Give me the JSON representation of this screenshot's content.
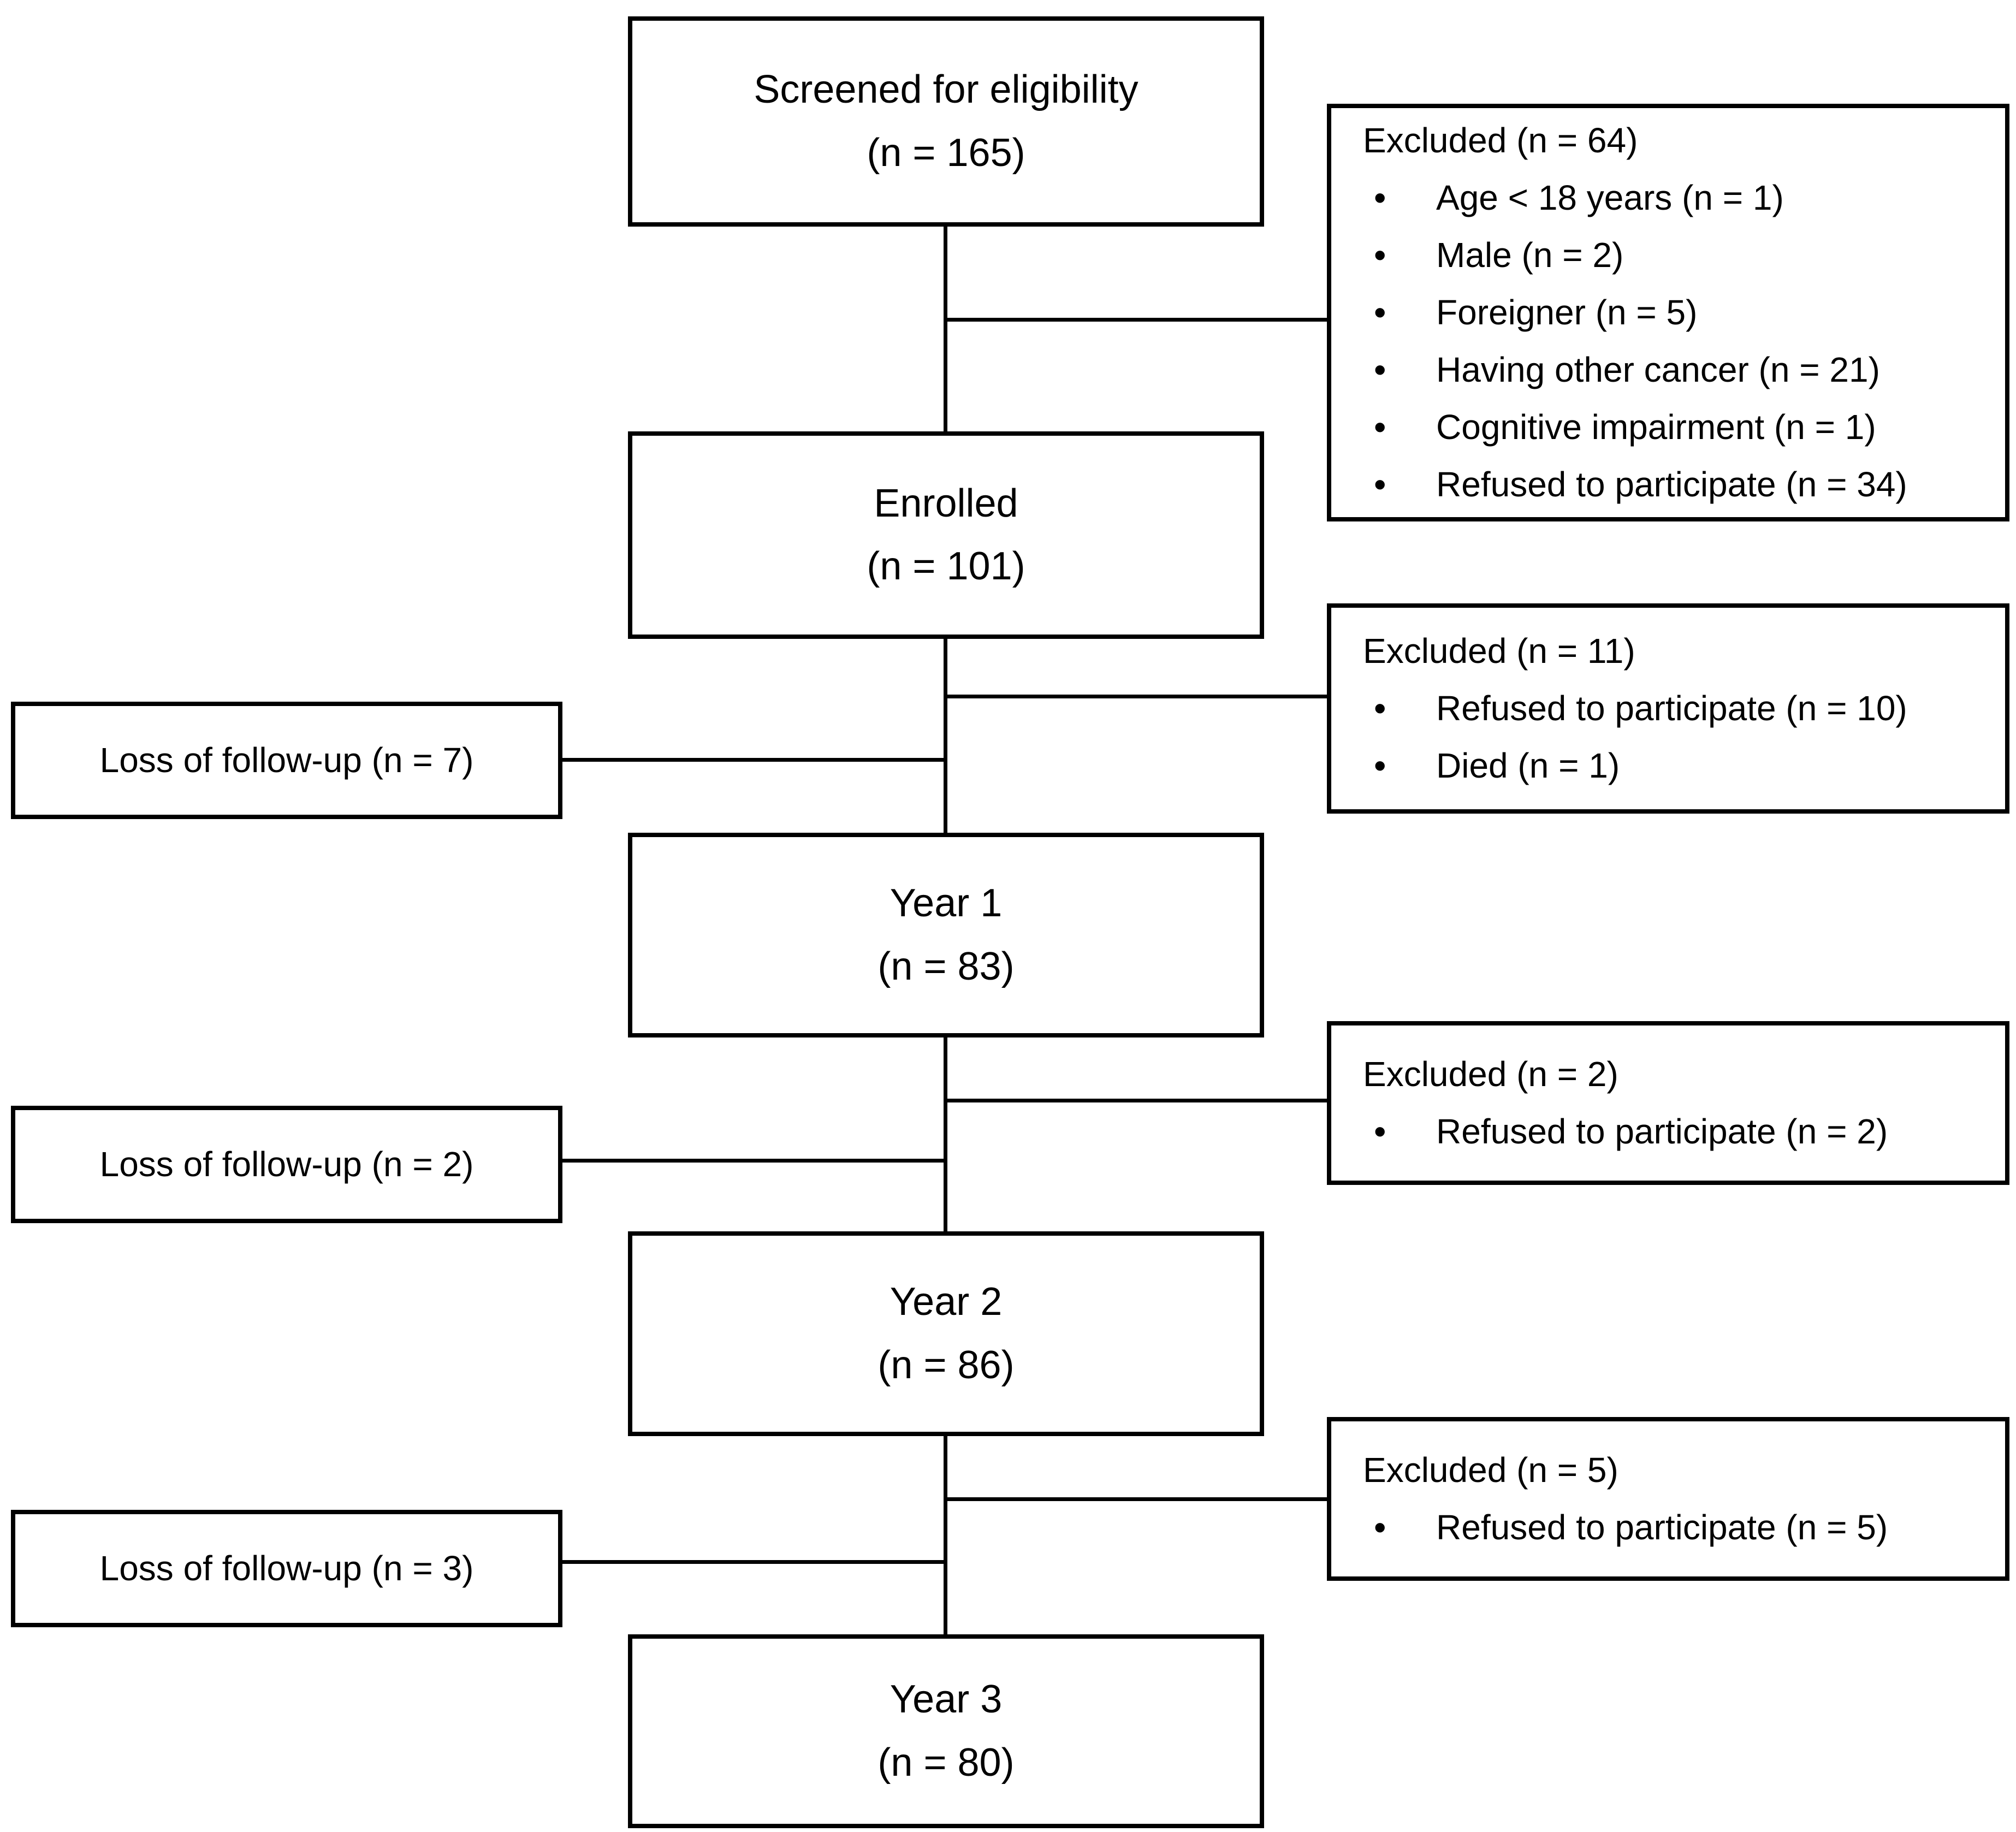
{
  "flow": {
    "screened": {
      "label": "Screened for eligibility",
      "count": "(n = 165)"
    },
    "enrolled": {
      "label": "Enrolled",
      "count": "(n = 101)"
    },
    "year1": {
      "label": "Year 1",
      "count": "(n = 83)"
    },
    "year2": {
      "label": "Year 2",
      "count": "(n = 86)"
    },
    "year3": {
      "label": "Year 3",
      "count": "(n = 80)"
    },
    "excluded_screening": {
      "title": "Excluded (n = 64)",
      "items": [
        "Age < 18 years (n = 1)",
        "Male (n = 2)",
        "Foreigner (n = 5)",
        "Having other cancer (n = 21)",
        "Cognitive impairment (n = 1)",
        "Refused to participate (n = 34)"
      ]
    },
    "excluded_enrolled": {
      "title": "Excluded (n = 11)",
      "items": [
        "Refused to participate (n = 10)",
        "Died (n = 1)"
      ]
    },
    "excluded_year1": {
      "title": "Excluded (n = 2)",
      "items": [
        "Refused to participate (n = 2)"
      ]
    },
    "excluded_year2": {
      "title": "Excluded (n = 5)",
      "items": [
        "Refused to participate (n = 5)"
      ]
    },
    "loss_1": {
      "label": "Loss of follow-up (n = 7)"
    },
    "loss_2": {
      "label": "Loss of follow-up (n = 2)"
    },
    "loss_3": {
      "label": "Loss of follow-up (n = 3)"
    },
    "colors": {
      "line": "#000000",
      "box_border": "#000000",
      "background": "#ffffff",
      "text": "#000000"
    }
  }
}
